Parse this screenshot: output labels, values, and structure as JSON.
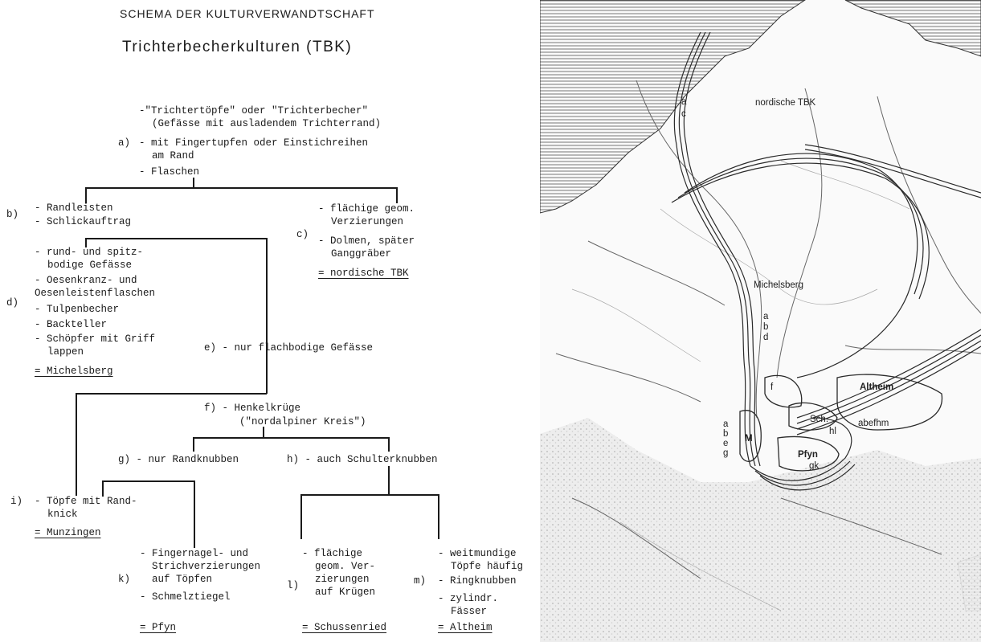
{
  "header": {
    "supertitle": "SCHEMA DER KULTURVERWANDTSCHAFT",
    "title": "Trichterbecherkulturen (TBK)"
  },
  "diagram": {
    "top": {
      "line1": "-\"Trichtertöpfe\" oder \"Trichterbecher\"",
      "line2": "(Gefässe mit ausladendem Trichterrand)",
      "a_label": "a)",
      "a_line1": "- mit Fingertupfen oder Einstichreihen",
      "a_line2": "am Rand",
      "flaschen": "- Flaschen"
    },
    "b": {
      "label": "b)",
      "l1": "- Randleisten",
      "l2": "- Schlickauftrag"
    },
    "c": {
      "label": "c)",
      "l1": "- flächige geom.",
      "l2": "Verzierungen",
      "l3": "- Dolmen, später",
      "l4": "Ganggräber",
      "result": "= nordische TBK"
    },
    "d": {
      "label": "d)",
      "l1": "- rund- und spitz-",
      "l2": "bodige Gefässe",
      "l3": "- Oesenkranz- und",
      "l4": "Oesenleistenflaschen",
      "l5": "- Tulpenbecher",
      "l6": "- Backteller",
      "l7": "- Schöpfer mit Griff",
      "l8": "lappen",
      "result": "= Michelsberg"
    },
    "e": {
      "text": "e) - nur flachbodige Gefässe"
    },
    "f": {
      "l1": "f) - Henkelkrüge",
      "l2": "(\"nordalpiner Kreis\")"
    },
    "g": {
      "text": "g) - nur Randknubben"
    },
    "h": {
      "text": "h) - auch Schulterknubben"
    },
    "i": {
      "label": "i)",
      "l1": "- Töpfe mit Rand-",
      "l2": "knick",
      "result": "= Munzingen"
    },
    "k": {
      "label": "k)",
      "l1": "- Fingernagel- und",
      "l2": "Strichverzierungen",
      "l3": "auf Töpfen",
      "l4": "- Schmelztiegel",
      "result": "= Pfyn"
    },
    "l": {
      "label": "l)",
      "l1": "- flächige",
      "l2": "geom. Ver-",
      "l3": "zierungen",
      "l4": "auf Krügen",
      "result": "= Schussenried"
    },
    "m": {
      "label": "m)",
      "l1": "- weitmundige",
      "l2": "Töpfe häufig",
      "l3": "- Ringknubben",
      "l4": "- zylindr.",
      "l5": "Fässer",
      "result": "= Altheim"
    }
  },
  "map": {
    "labels": {
      "nordic": "nordische TBK",
      "michelsberg": "Michelsberg",
      "altheim": "Altheim",
      "altheim_code": "abefhm",
      "sch": "Sch.",
      "hl": "hl",
      "pfyn": "Pfyn",
      "gk": "gk",
      "m": "M",
      "f": "f",
      "a1": "a",
      "c1": "c",
      "a2": "a",
      "b2": "b",
      "d2": "d",
      "a3": "a",
      "b3": "b",
      "e3": "e",
      "g3": "g"
    }
  }
}
